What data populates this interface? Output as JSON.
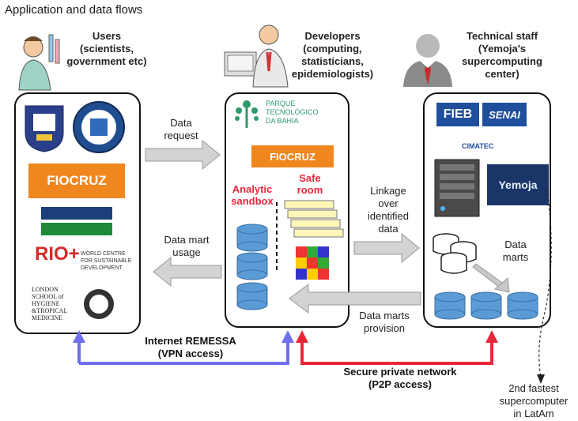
{
  "title": "Application and data flows",
  "roles": {
    "users": "Users\n(scientists,\ngovernment etc)",
    "developers": "Developers\n(computing,\nstatisticians,\nepidemiologists)",
    "technical": "Technical staff\n(Yemoja's\nsupercomputing\ncenter)"
  },
  "left_panel": {
    "fiocruz": "FIOCRUZ",
    "rio_plus": "RIO+",
    "rio_plus_sub": "WORLD CENTRE\nFOR SUSTAINABLE\nDEVELOPMENT",
    "london": "LONDON\nSCHOOL of\nHYGIENE\n&TROPICAL\nMEDICINE"
  },
  "middle_panel": {
    "parque": "PARQUE\nTECNOLÓGICO\nDA BAHIA",
    "fiocruz": "FIOCRUZ",
    "analytic": "Analytic\nsandbox",
    "safe": "Safe\nroom"
  },
  "right_panel": {
    "fieb": "FIEB",
    "senai": "SENAI",
    "cimatec": "CIMATEC",
    "yemoja": "Yemoja",
    "data_marts": "Data\nmarts"
  },
  "flows": {
    "data_request": "Data\nrequest",
    "data_mart_usage": "Data mart\nusage",
    "linkage": "Linkage\nover\nidentified\ndata",
    "provision": "Data marts\nprovision"
  },
  "networks": {
    "internet": "Internet REMESSA\n(VPN access)",
    "secure": "Secure private network\n(P2P access)"
  },
  "supercomputer_note": "2nd fastest\nsupercomputer\nin LatAm",
  "colors": {
    "blue": "#6f6ff0",
    "red": "#e8283a",
    "orange": "#f0861e",
    "db": "#5b9bd5"
  }
}
